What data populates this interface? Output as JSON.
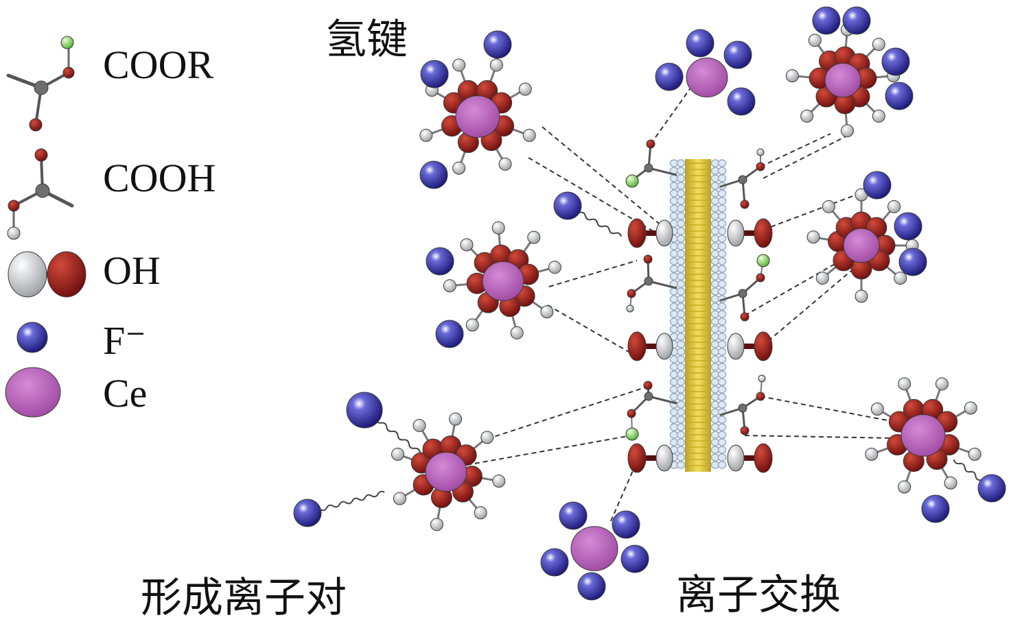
{
  "legend": {
    "coor": "COOR",
    "cooh": "COOH",
    "oh": "OH",
    "fluoride": "F⁻",
    "ce": "Ce"
  },
  "regions": {
    "hydrogen_bond": "氢键",
    "ion_pair": "形成离子对",
    "ion_exchange": "离子交换"
  },
  "colors": {
    "fluoride_ion": "#2b2a8f",
    "cerium": "#b45bb8",
    "oxygen": "#9b1c1c",
    "hydrogen": "#cfd2d4",
    "ester_r_group": "#7fd650",
    "carbon": "#6e6e6e",
    "nanotube_core": "#e8cf3a",
    "nanotube_wall": "#9ab0c8"
  }
}
